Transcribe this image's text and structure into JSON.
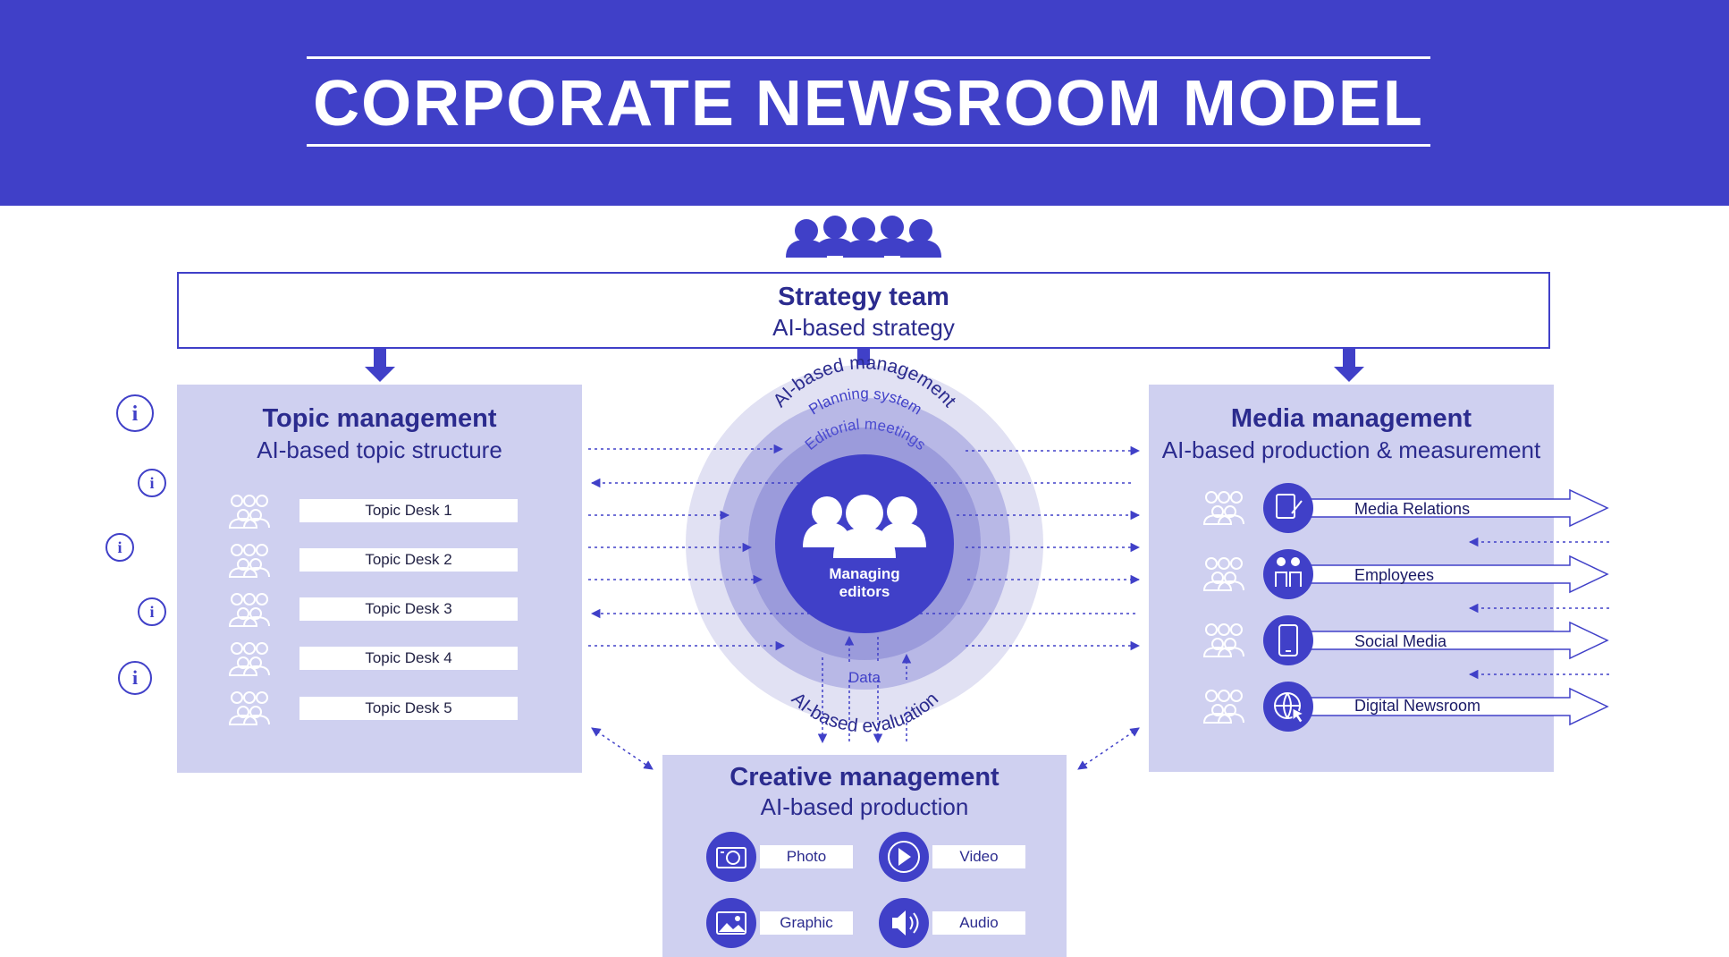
{
  "header": {
    "title": "CORPORATE NEWSROOM MODEL"
  },
  "strategy": {
    "title": "Strategy team",
    "subtitle": "AI-based strategy"
  },
  "topic": {
    "title": "Topic management",
    "subtitle": "AI-based topic structure",
    "desks": [
      "Topic Desk 1",
      "Topic Desk 2",
      "Topic Desk 3",
      "Topic Desk 4",
      "Topic Desk 5"
    ]
  },
  "media": {
    "title": "Media management",
    "subtitle": "AI-based production & measurement",
    "channels": [
      {
        "label": "Media Relations",
        "icon": "notepad-pencil-icon"
      },
      {
        "label": "Employees",
        "icon": "people-pair-icon"
      },
      {
        "label": "Social Media",
        "icon": "smartphone-icon"
      },
      {
        "label": "Digital Newsroom",
        "icon": "globe-cursor-icon"
      }
    ]
  },
  "creative": {
    "title": "Creative management",
    "subtitle": "AI-based production",
    "items": [
      {
        "label": "Photo",
        "icon": "camera-icon"
      },
      {
        "label": "Video",
        "icon": "play-icon"
      },
      {
        "label": "Graphic",
        "icon": "image-icon"
      },
      {
        "label": "Audio",
        "icon": "speaker-icon"
      }
    ]
  },
  "center": {
    "ring_outer": "AI-based management",
    "ring_planning": "Planning system",
    "ring_editorial": "Editorial meetings",
    "core_line1": "Managing",
    "core_line2": "editors",
    "data": "Data",
    "evaluation": "AI-based evaluation"
  },
  "colors": {
    "primary": "#4040c8",
    "panel": "#cfd0f0",
    "text": "#2b2b8e",
    "ring1": "#e1e1f3",
    "ring2": "#b8b8e6",
    "ring3": "#9b9bdb",
    "core": "#4040c8"
  }
}
